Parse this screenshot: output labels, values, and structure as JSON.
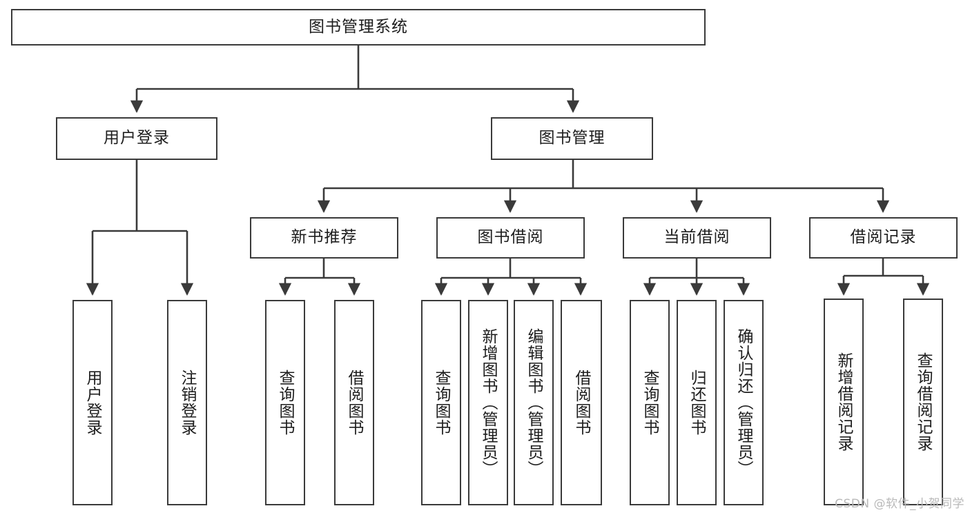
{
  "diagram": {
    "title": "图书管理系统",
    "type": "tree",
    "watermark": "CSDN @软件_小贺同学",
    "colors": {
      "box_border": "#3a3a3a",
      "box_fill": "#ffffff",
      "edge": "#3a3a3a",
      "text": "#1d1d1d",
      "watermark": "#b9b9b9"
    },
    "root": {
      "label": "图书管理系统"
    },
    "level2": [
      {
        "label": "用户登录"
      },
      {
        "label": "图书管理"
      }
    ],
    "level3": [
      {
        "label": "新书推荐"
      },
      {
        "label": "图书借阅"
      },
      {
        "label": "当前借阅"
      },
      {
        "label": "借阅记录"
      }
    ],
    "leaves": {
      "user_login": [
        {
          "label": "用户登录"
        },
        {
          "label": "注销登录"
        }
      ],
      "new_book_recommend": [
        {
          "label": "查询图书"
        },
        {
          "label": "借阅图书"
        }
      ],
      "book_borrow": [
        {
          "label": "查询图书"
        },
        {
          "label": "新增图书（管理员）"
        },
        {
          "label": "编辑图书（管理员）"
        },
        {
          "label": "借阅图书"
        }
      ],
      "current_borrow": [
        {
          "label": "查询图书"
        },
        {
          "label": "归还图书"
        },
        {
          "label": "确认归还（管理员）"
        }
      ],
      "borrow_record": [
        {
          "label": "新增借阅记录"
        },
        {
          "label": "查询借阅记录"
        }
      ]
    }
  }
}
